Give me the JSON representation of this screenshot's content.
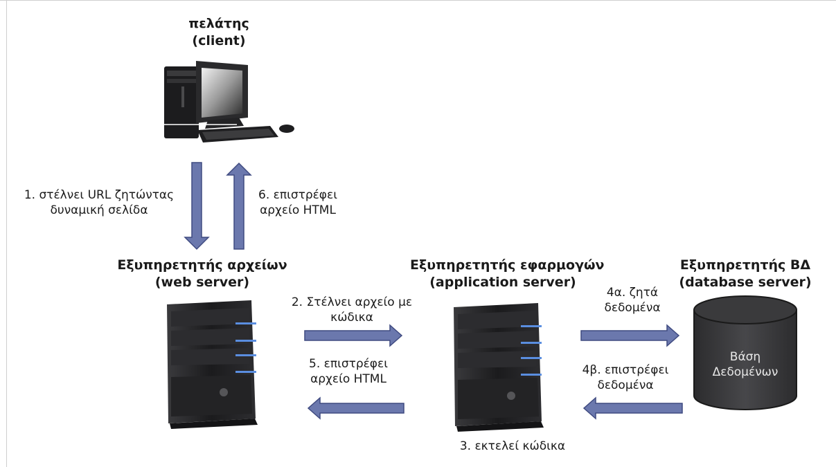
{
  "client": {
    "title_line1": "πελάτης",
    "title_line2": "(client)"
  },
  "web_server": {
    "title_line1": "Εξυπηρετητής αρχείων",
    "title_line2": "(web server)"
  },
  "app_server": {
    "title_line1": "Εξυπηρετητής εφαρμογών",
    "title_line2": "(application server)"
  },
  "db_server": {
    "title_line1": "Εξυπηρετητής ΒΔ",
    "title_line2": "(database server)",
    "db_label_line1": "Βάση",
    "db_label_line2": "Δεδομένων"
  },
  "steps": {
    "s1_line1": "1. στέλνει URL ζητώντας",
    "s1_line2": "δυναμική σελίδα",
    "s6_line1": "6. επιστρέφει",
    "s6_line2": "αρχείο HTML",
    "s2_line1": "2. Στέλνει αρχείο με",
    "s2_line2": "κώδικα",
    "s5_line1": "5. επιστρέφει",
    "s5_line2": "αρχείο HTML",
    "s3": "3. εκτελεί κώδικα",
    "s4a_line1": "4α. ζητά",
    "s4a_line2": "δεδομένα",
    "s4b_line1": "4β. επιστρέφει",
    "s4b_line2": "δεδομένα"
  },
  "colors": {
    "arrow_fill": "#6b78ad",
    "arrow_stroke": "#3f4a80",
    "db_fill": "#3a3a3c",
    "server_body": "#1e1e20",
    "server_led": "#5a8ee0"
  }
}
